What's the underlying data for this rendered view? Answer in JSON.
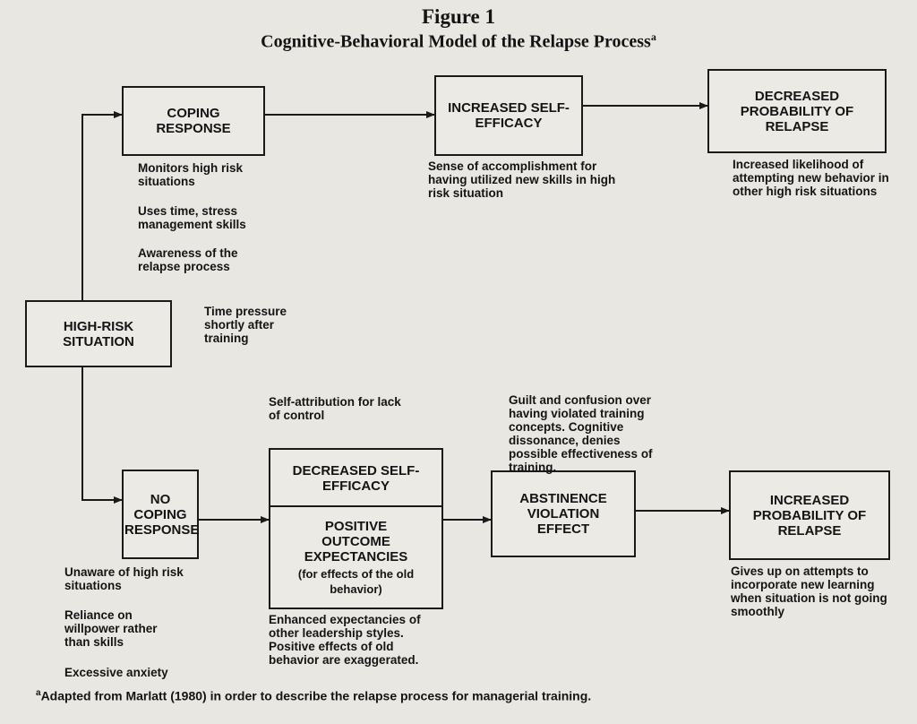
{
  "figure": {
    "number": "Figure 1",
    "title": "Cognitive-Behavioral Model of the Relapse Process",
    "title_marker": "a"
  },
  "boxes": {
    "coping_response": "COPING RESPONSE",
    "increased_self_efficacy": "INCREASED SELF-EFFICACY",
    "decreased_probability": "DECREASED PROBABILITY OF RELAPSE",
    "high_risk_situation": "HIGH-RISK SITUATION",
    "no_coping_response": "NO COPING RESPONSE",
    "decreased_self_efficacy": "DECREASED SELF-EFFICACY",
    "positive_outcome_title": "POSITIVE OUTCOME EXPECTANCIES",
    "positive_outcome_sub": "(for effects of the old behavior)",
    "abstinence_violation": "ABSTINENCE VIOLATION EFFECT",
    "increased_probability": "INCREASED PROBABILITY OF RELAPSE"
  },
  "notes": {
    "monitors": "Monitors high risk situations",
    "uses_time": "Uses time, stress management skills",
    "awareness": "Awareness of the relapse process",
    "time_pressure": "Time pressure shortly after training",
    "accomplishment": "Sense of accomplishment for having utilized new skills in high risk situation",
    "increased_likelihood": "Increased likelihood of attempting new behavior in other high risk situations",
    "self_attribution": "Self-attribution for lack of control",
    "guilt": "Guilt and confusion over having violated training concepts. Cognitive dissonance, denies possible effectiveness of training.",
    "unaware": "Unaware of high risk situations",
    "reliance": "Reliance on willpower rather than skills",
    "excessive_anxiety": "Excessive anxiety",
    "enhanced": "Enhanced expectancies of other leadership styles. Positive effects of old behavior are exaggerated.",
    "gives_up": "Gives up on attempts to incorporate new learning when situation is not going smoothly"
  },
  "footnote": {
    "marker": "a",
    "text": "Adapted from Marlatt (1980) in order to describe the relapse process for managerial training."
  }
}
